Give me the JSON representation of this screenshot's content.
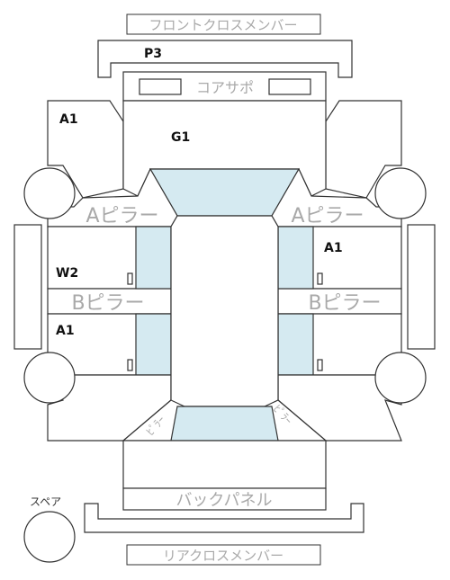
{
  "parts": {
    "front_cross_member": "フロントクロスメンバー",
    "core_support": "コアサポ",
    "a_pillar": "Aピラー",
    "b_pillar": "Bピラー",
    "back_panel": "バックパネル",
    "rear_cross_member": "リアクロスメンバー",
    "spare": "スペア",
    "front_cross_rail_code": "P3",
    "hood_code": "G1",
    "front_left_fender_code": "A1",
    "right_front_door_code": "A1",
    "left_front_door_code": "W2",
    "left_rear_door_code": "A1",
    "left_rear_pillar": "ﾋﾟﾗｰ",
    "right_rear_pillar": "ﾋﾟﾗｰ"
  },
  "colors": {
    "glass": "#d5eaf1",
    "outline": "#333333",
    "grey_label": "#a9a9a9"
  }
}
